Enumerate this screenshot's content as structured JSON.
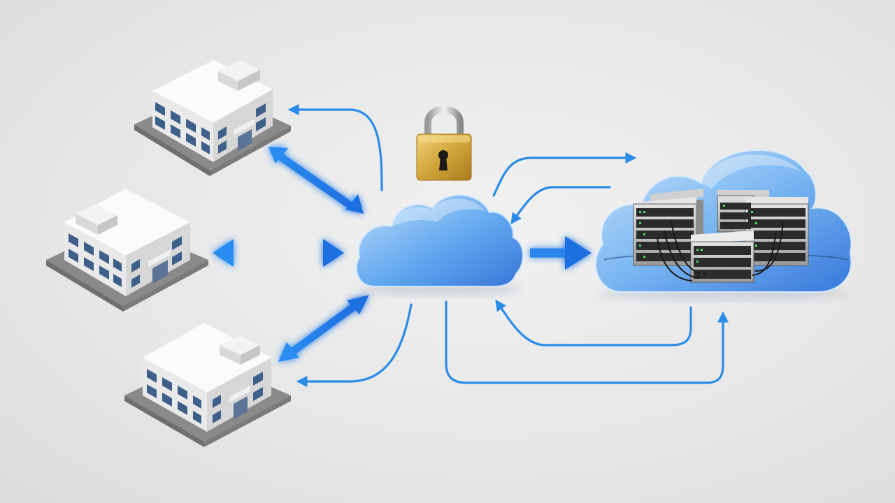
{
  "diagram": {
    "nodes": [
      {
        "id": "office-1",
        "kind": "building"
      },
      {
        "id": "office-2",
        "kind": "building"
      },
      {
        "id": "office-3",
        "kind": "building"
      },
      {
        "id": "central-cloud",
        "kind": "cloud"
      },
      {
        "id": "datacenter-cloud",
        "kind": "cloud-with-servers"
      },
      {
        "id": "padlock",
        "kind": "lock-icon"
      }
    ],
    "connections": [
      {
        "from": "office-1",
        "to": "central-cloud",
        "style": "thick-bidirectional"
      },
      {
        "from": "office-2",
        "to": "central-cloud",
        "style": "thick-bidirectional"
      },
      {
        "from": "office-3",
        "to": "central-cloud",
        "style": "thick-bidirectional"
      },
      {
        "from": "central-cloud",
        "to": "office-1",
        "style": "thin-curved"
      },
      {
        "from": "central-cloud",
        "to": "office-3",
        "style": "thin-curved"
      },
      {
        "from": "central-cloud",
        "to": "datacenter-cloud",
        "style": "thick"
      },
      {
        "from": "central-cloud",
        "to": "datacenter-cloud",
        "style": "thin-curved"
      },
      {
        "from": "datacenter-cloud",
        "to": "central-cloud",
        "style": "thin-curved"
      }
    ],
    "colors": {
      "accent_blue": "#2a8be8",
      "arrow_glow": "#7cc2ff",
      "cloud_light": "#a9d4fb",
      "cloud_dark": "#2f7fe0",
      "lock_gold": "#d4a93a",
      "building_white": "#f7f7f7",
      "building_base": "#8a8a8a"
    }
  }
}
